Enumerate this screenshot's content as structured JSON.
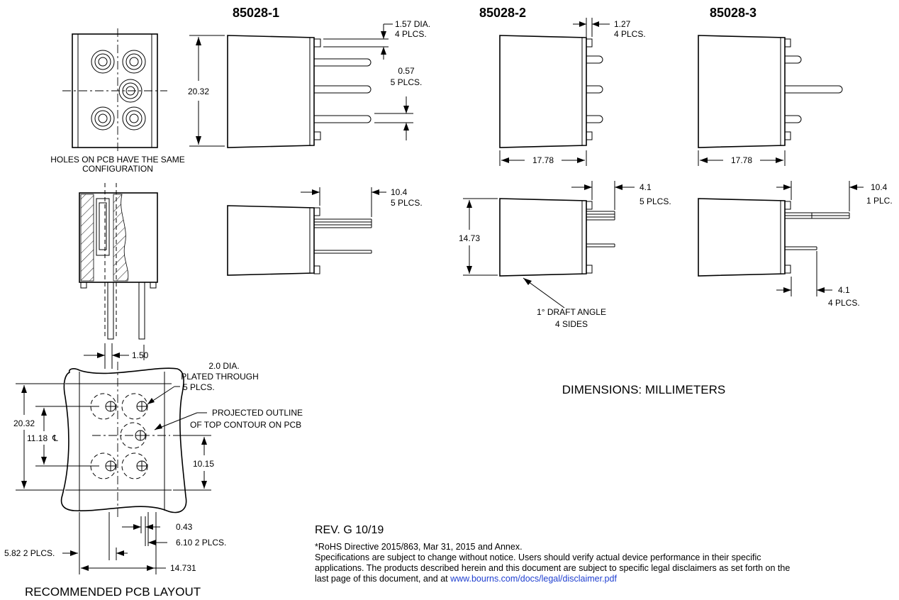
{
  "titles": {
    "p1": "85028-1",
    "p2": "85028-2",
    "p3": "85028-3"
  },
  "labels": {
    "d_157": "1.57 DIA.",
    "d_157_plcs": "4 PLCS.",
    "d_127": "1.27",
    "d_127_plcs": "4 PLCS.",
    "d_2032_a": "20.32",
    "d_057": "0.57",
    "d_057_plcs": "5 PLCS.",
    "d_1778_a": "17.78",
    "d_1778_b": "17.78",
    "holes1": "HOLES ON PCB HAVE THE SAME",
    "holes2": "CONFIGURATION",
    "d_104_a": "10.4",
    "d_104_a_plcs": "5 PLCS.",
    "d_41_a": "4.1",
    "d_41_a_plcs": "5 PLCS.",
    "d_104_b": "10.4",
    "d_104_b_plcs": "1 PLC.",
    "d_1473": "14.73",
    "draft1": "1° DRAFT ANGLE",
    "draft2": "4 SIDES",
    "d_41_b": "4.1",
    "d_41_b_plcs": "4 PLCS.",
    "d_150": "1.50",
    "dia20_1": "2.0 DIA.",
    "dia20_2": "PLATED THROUGH",
    "dia20_3": "5 PLCS.",
    "proj1": "PROJECTED OUTLINE",
    "proj2": "OF TOP CONTOUR ON PCB",
    "dims": "DIMENSIONS: MILLIMETERS",
    "d_2032_b": "20.32",
    "d_1118": "11.18",
    "cl": "℄",
    "d_1015": "10.15",
    "d_043": "0.43",
    "d_610": "6.10 2 PLCS.",
    "d_582": "5.82 2 PLCS.",
    "d_14731": "14.731",
    "pcb": "RECOMMENDED PCB LAYOUT"
  },
  "notes": {
    "rev": "REV. G 10/19",
    "rohs": "*RoHS Directive 2015/863, Mar 31, 2015 and Annex.",
    "spec1": "Specifications are subject to change without notice. Users should verify actual device performance in their specific",
    "spec2": "applications. The products described herein and this document are subject to specific legal disclaimers as set forth on the",
    "spec3": "last page of this document, and at",
    "link": "www.bourns.com/docs/legal/disclaimer.pdf"
  }
}
